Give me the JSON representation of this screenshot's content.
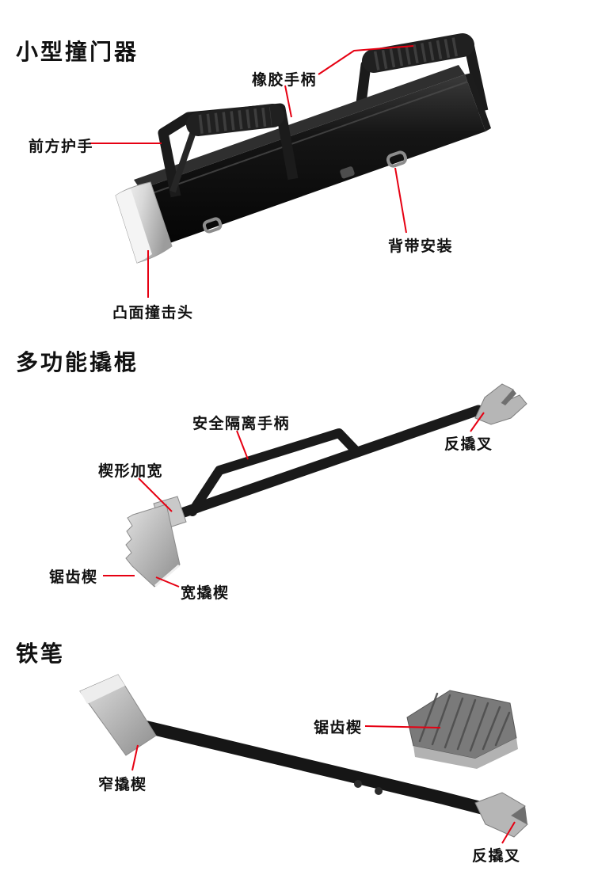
{
  "page": {
    "background": "#ffffff",
    "accent_color": "#e60012",
    "text_color": "#111111"
  },
  "sections": [
    {
      "id": "door-ram",
      "title": "小型撞门器",
      "labels": [
        {
          "id": "rubber-handle",
          "text": "橡胶手柄"
        },
        {
          "id": "front-hand-guard",
          "text": "前方护手"
        },
        {
          "id": "sling-mount",
          "text": "背带安装"
        },
        {
          "id": "convex-striking-head",
          "text": "凸面撞击头"
        }
      ]
    },
    {
      "id": "multi-function-crowbar",
      "title": "多功能撬棍",
      "labels": [
        {
          "id": "safety-isolation-handle",
          "text": "安全隔离手柄"
        },
        {
          "id": "reverse-pry-fork",
          "text": "反撬叉"
        },
        {
          "id": "wedge-widening",
          "text": "楔形加宽"
        },
        {
          "id": "serrated-wedge",
          "text": "锯齿楔"
        },
        {
          "id": "wide-pry-wedge",
          "text": "宽撬楔"
        }
      ]
    },
    {
      "id": "iron-pen",
      "title": "铁笔",
      "labels": [
        {
          "id": "serrated-wedge",
          "text": "锯齿楔"
        },
        {
          "id": "narrow-pry-wedge",
          "text": "窄撬楔"
        },
        {
          "id": "reverse-pry-fork",
          "text": "反撬叉"
        }
      ]
    }
  ]
}
